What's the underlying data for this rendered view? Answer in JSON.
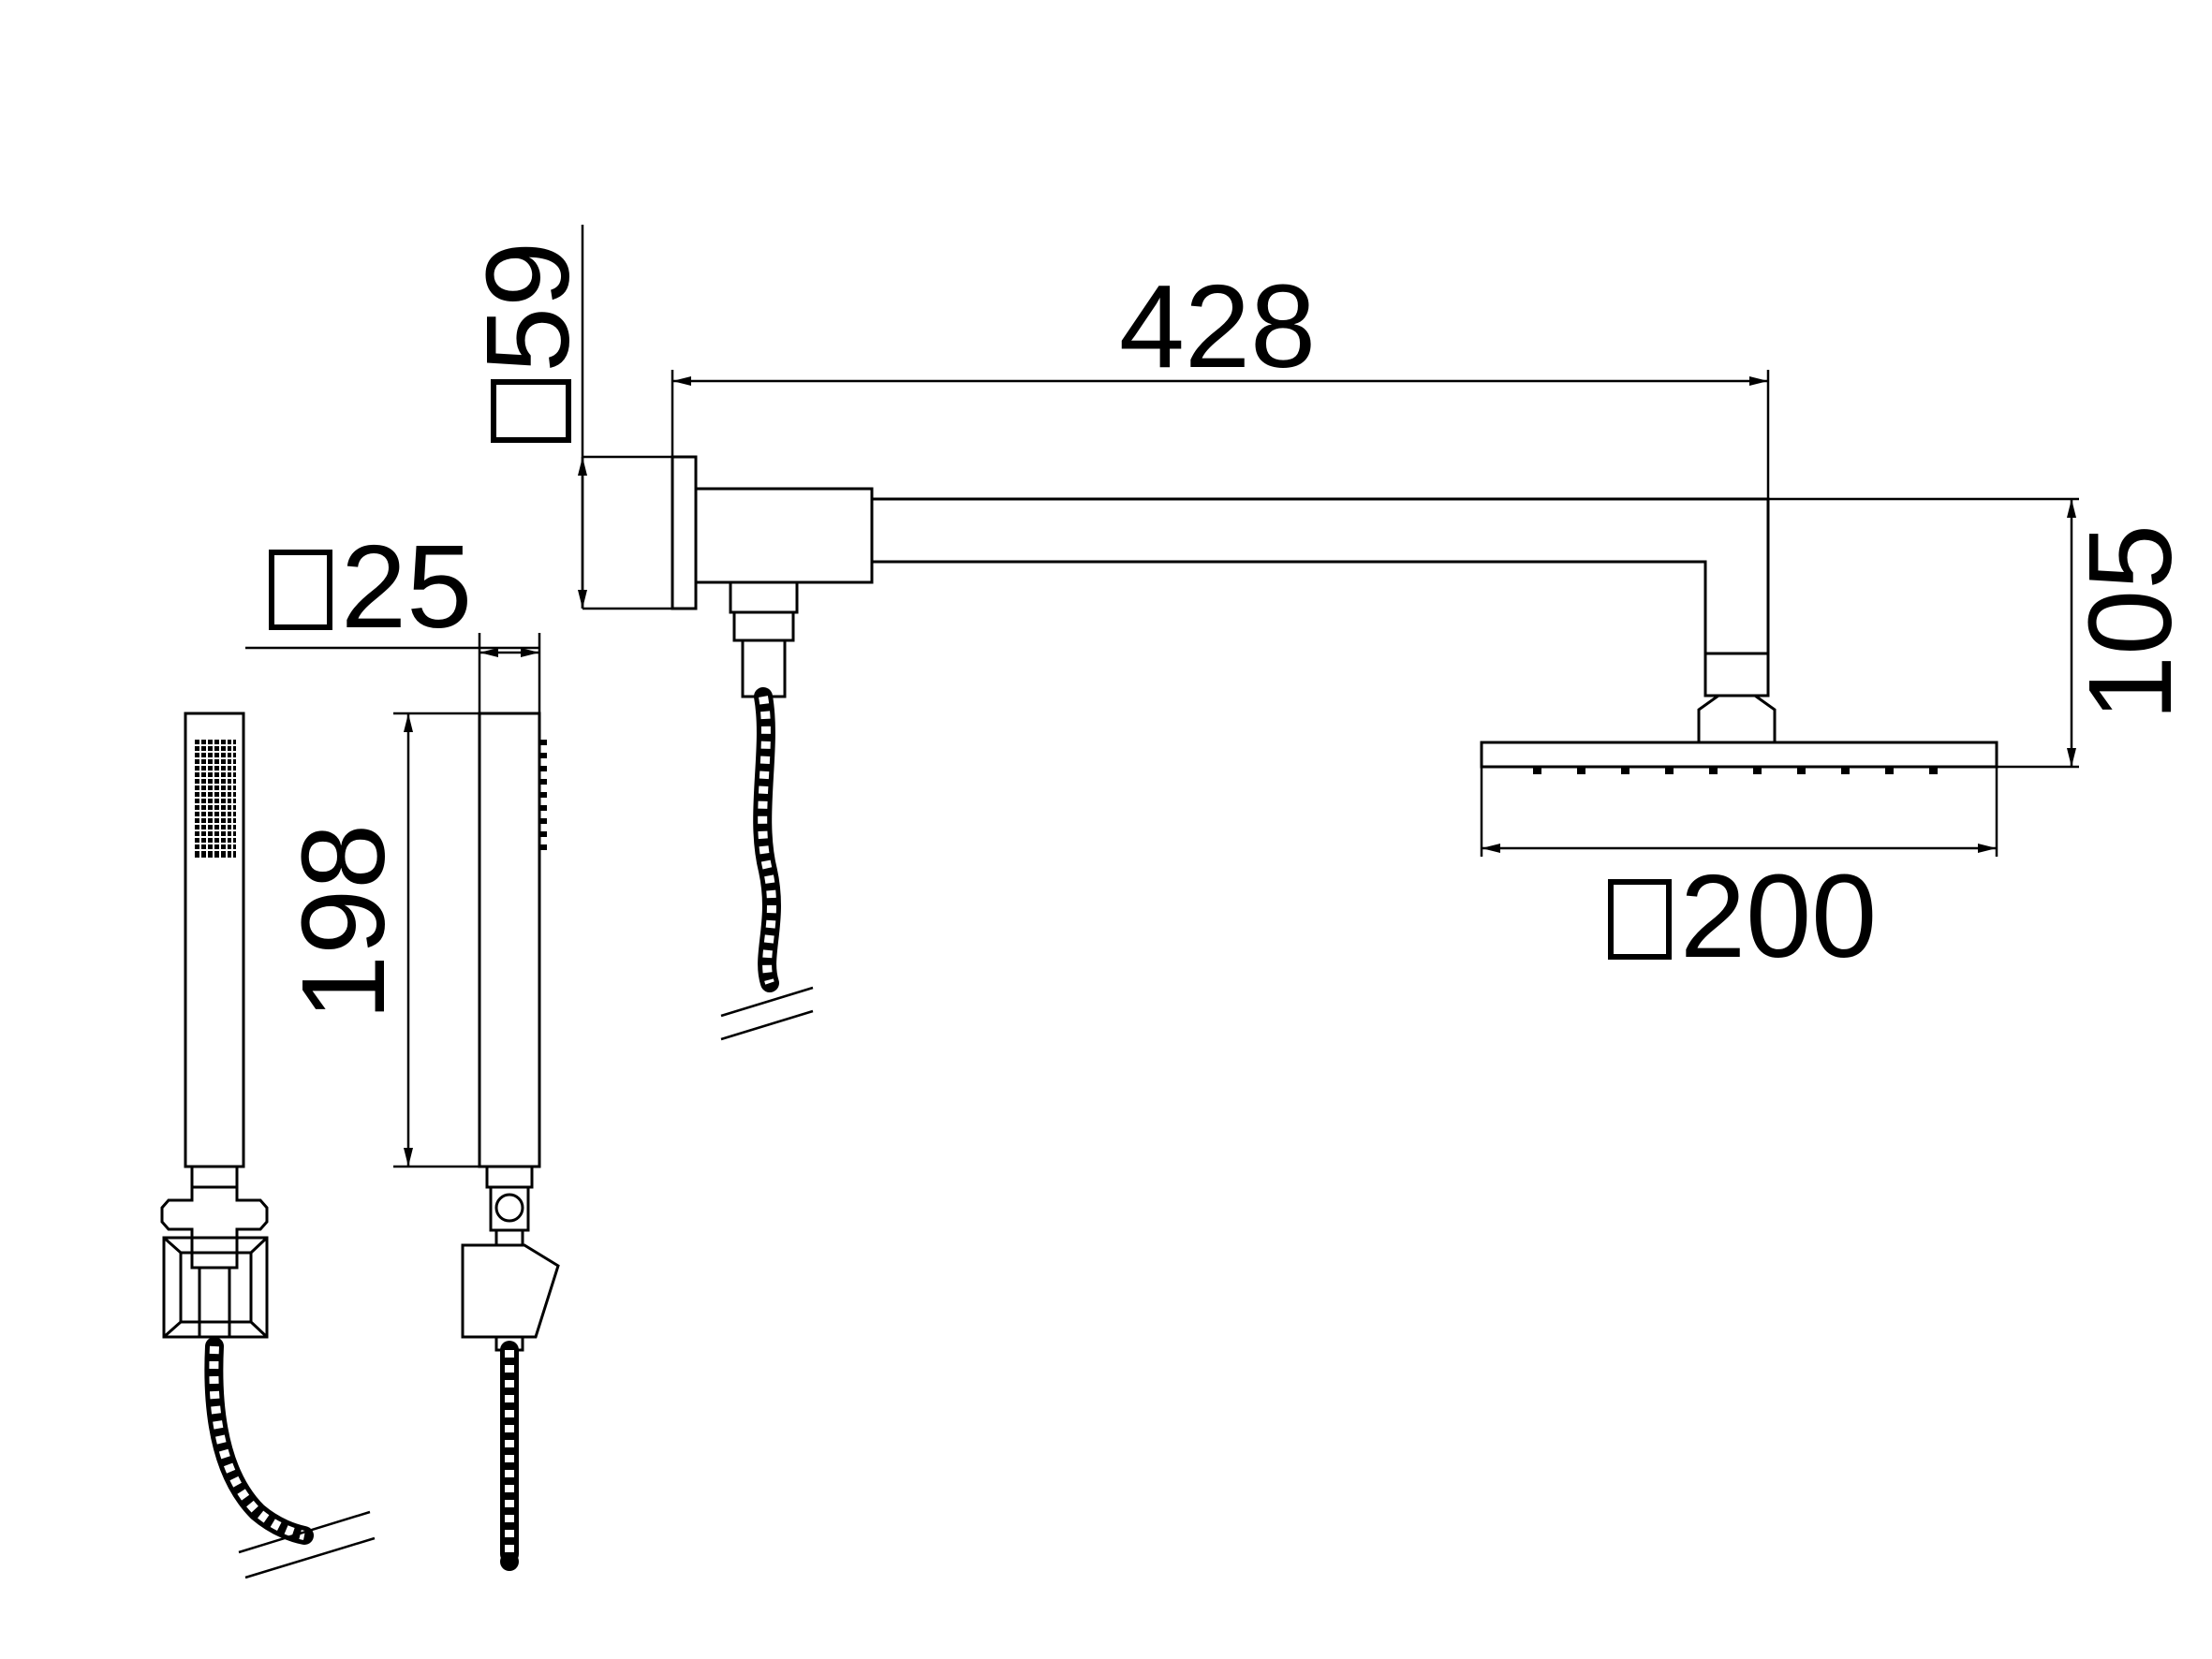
{
  "dimensions": {
    "arm_length": "428",
    "wall_flange": "59",
    "head_drop": "105",
    "head_size": "200",
    "hand_width": "25",
    "hand_length": "198"
  },
  "symbols": {
    "square_symbol": "square-section-icon"
  }
}
